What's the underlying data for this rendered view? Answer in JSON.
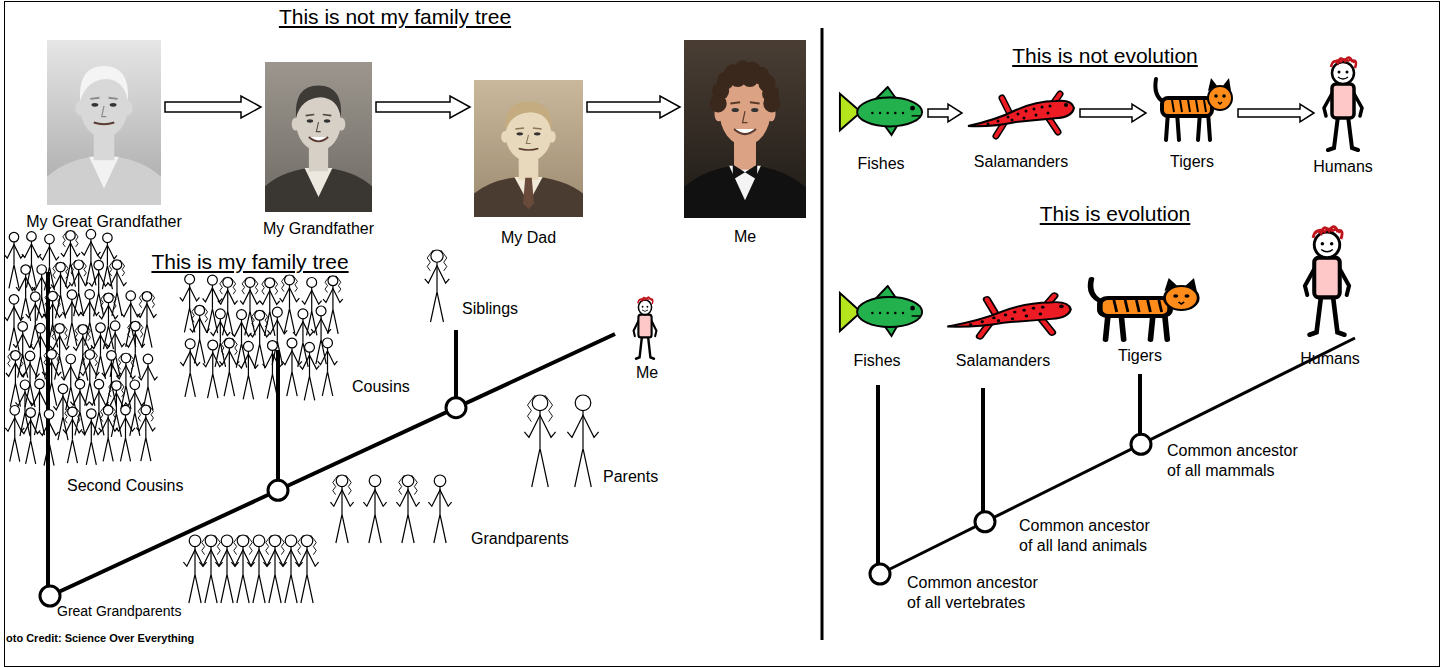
{
  "diagram": {
    "nodes": [
      {
        "text": [
          "My Great Grandfather"
        ]
      },
      {
        "text": [
          "My Grandfather"
        ]
      },
      {
        "text": [
          "My Dad"
        ]
      },
      {
        "text": [
          "Me"
        ]
      },
      {
        "text": [
          "Fishes"
        ]
      },
      {
        "text": [
          "Salamanders"
        ]
      },
      {
        "text": [
          "Tigers"
        ]
      },
      {
        "text": [
          "Humans"
        ]
      }
    ],
    "edges": [
      {
        "from": 0,
        "to": 1,
        "arrow": "to"
      },
      {
        "from": 1,
        "to": 2,
        "arrow": "to"
      },
      {
        "from": 2,
        "to": 3,
        "arrow": "to"
      },
      {
        "from": 4,
        "to": 5,
        "arrow": "to"
      },
      {
        "from": 5,
        "to": 6,
        "arrow": "to"
      },
      {
        "from": 6,
        "to": 7,
        "arrow": "to"
      }
    ],
    "labels": [
      "This is not my family tree",
      "This is my family tree",
      "Second Cousins",
      "Cousins",
      "Siblings",
      "Me",
      "Parents",
      "Grandparents",
      "Great Grandparents",
      "oto Credit: Science Over Everything",
      "This is not evolution",
      "This is evolution",
      "Fishes",
      "Salamanders",
      "Tigers",
      "Humans",
      "Common ancestor of all mammals",
      "Common ancestor of all land animals",
      "Common ancestor of all vertebrates"
    ]
  }
}
